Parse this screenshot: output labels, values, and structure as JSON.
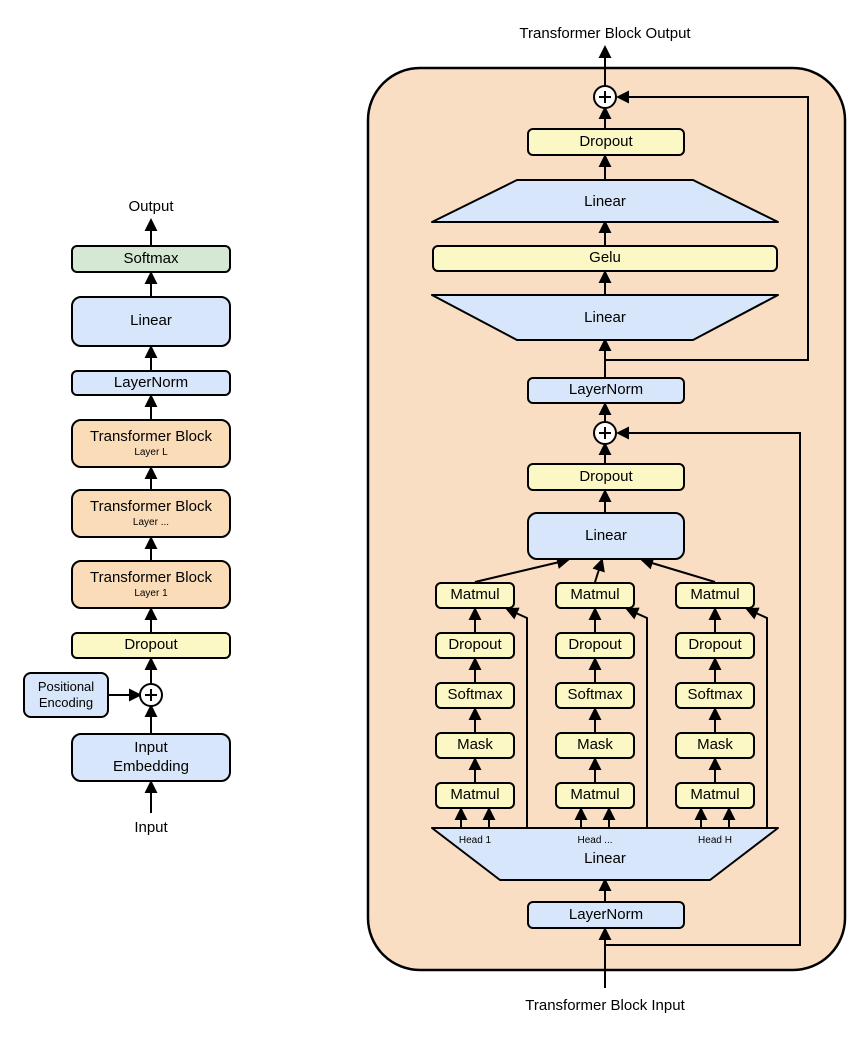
{
  "palette": {
    "blue": "#D7E6FA",
    "green": "#D5E8D4",
    "yellow": "#FCF8C5",
    "orange-box": "#FADCB8",
    "orange-container": "#F9DEC4",
    "line": "#000000"
  },
  "left": {
    "output_label": "Output",
    "input_label": "Input",
    "softmax": "Softmax",
    "linear": "Linear",
    "layernorm": "LayerNorm",
    "blocks": [
      {
        "title": "Transformer Block",
        "subtitle": "Layer L"
      },
      {
        "title": "Transformer Block",
        "subtitle": "Layer ..."
      },
      {
        "title": "Transformer Block",
        "subtitle": "Layer 1"
      }
    ],
    "dropout": "Dropout",
    "positional_encoding": "Positional\nEncoding",
    "input_embedding": "Input\nEmbedding"
  },
  "right": {
    "output_label": "Transformer Block Output",
    "input_label": "Transformer Block Input",
    "dropout_top": "Dropout",
    "mlp_linear_out": "Linear",
    "gelu": "Gelu",
    "mlp_linear_in": "Linear",
    "layernorm_mlp": "LayerNorm",
    "dropout_attn": "Dropout",
    "attn_out_linear": "Linear",
    "heads": [
      {
        "label": "Head 1",
        "boxes": [
          "Matmul",
          "Dropout",
          "Softmax",
          "Mask",
          "Matmul"
        ]
      },
      {
        "label": "Head ...",
        "boxes": [
          "Matmul",
          "Dropout",
          "Softmax",
          "Mask",
          "Matmul"
        ]
      },
      {
        "label": "Head H",
        "boxes": [
          "Matmul",
          "Dropout",
          "Softmax",
          "Mask",
          "Matmul"
        ]
      }
    ],
    "qkv_linear": "Linear",
    "layernorm_attn": "LayerNorm"
  }
}
